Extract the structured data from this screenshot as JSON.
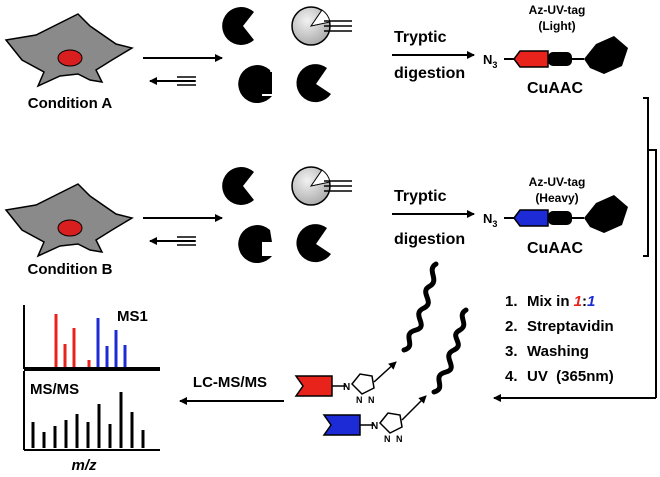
{
  "cells": {
    "a": {
      "label": "Condition A"
    },
    "b": {
      "label": "Condition B"
    }
  },
  "arrows": {
    "digestion_top": {
      "line1": "Tryptic",
      "line2": "digestion"
    },
    "digestion_bottom": {
      "line1": "Tryptic",
      "line2": "digestion"
    }
  },
  "tags": {
    "light": {
      "title": "Az-UV-tag",
      "kind": "(Light)",
      "reaction": "CuAAC",
      "azide": "N",
      "azide_sub": "3",
      "color": "#e8231c"
    },
    "heavy": {
      "title": "Az-UV-tag",
      "kind": "(Heavy)",
      "reaction": "CuAAC",
      "azide": "N",
      "azide_sub": "3",
      "color": "#1c2bd6"
    }
  },
  "steps": {
    "s1": {
      "num": "1.",
      "text": "Mix in ",
      "ratio_a": "1",
      "ratio_colon": ":",
      "ratio_b": "1"
    },
    "s2": {
      "num": "2.",
      "text": "Streptavidin"
    },
    "s3": {
      "num": "3.",
      "text": "Washing"
    },
    "s4": {
      "num": "4.",
      "text": "UV  (365nm)"
    }
  },
  "lcms": {
    "label": "LC-MS/MS"
  },
  "spectrum": {
    "ms1_label": "MS1",
    "msms_label": "MS/MS",
    "xlabel": "m/z"
  },
  "colors": {
    "light": "#e8231c",
    "heavy": "#1c2bd6",
    "cell": "#8a8a8a",
    "nucleus": "#d81e1e",
    "probe_circle": "#c8c8c8"
  }
}
